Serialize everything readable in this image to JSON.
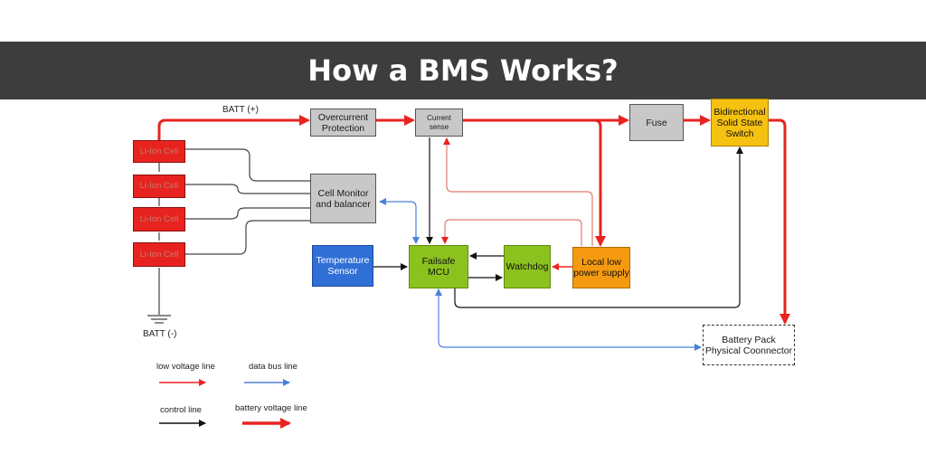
{
  "title": "How a BMS Works?",
  "labels": {
    "batt_plus": "BATT (+)",
    "batt_minus": "BATT (-)"
  },
  "blocks": {
    "cell1": "Li-Ion Cell",
    "cell2": "Li-Ion Cell",
    "cell3": "Li-Ion Cell",
    "cell4": "Li-Ion Cell",
    "overcurrent": "Overcurrent\nProtection",
    "current_sense": "Current\nsense",
    "fuse": "Fuse",
    "switch": "Bidirectional\nSolid State\nSwitch",
    "cell_monitor": "Cell Monitor\nand balancer",
    "temp_sensor": "Temperature\nSensor",
    "mcu": "Failsafe\nMCU",
    "watchdog": "Watchdog",
    "local_supply": "Local low\npower supply",
    "connector": "Battery Pack\nPhysical Coonnector"
  },
  "legend": {
    "low_voltage": "low voltage line",
    "data_bus": "data bus line",
    "control": "control line",
    "battery_voltage": "battery voltage line"
  },
  "colors": {
    "banner": "#3d3d3d",
    "red_line": "#e8231f",
    "thin_red": "#e07a70",
    "data_bus": "#4a80d8",
    "control": "#111111"
  }
}
